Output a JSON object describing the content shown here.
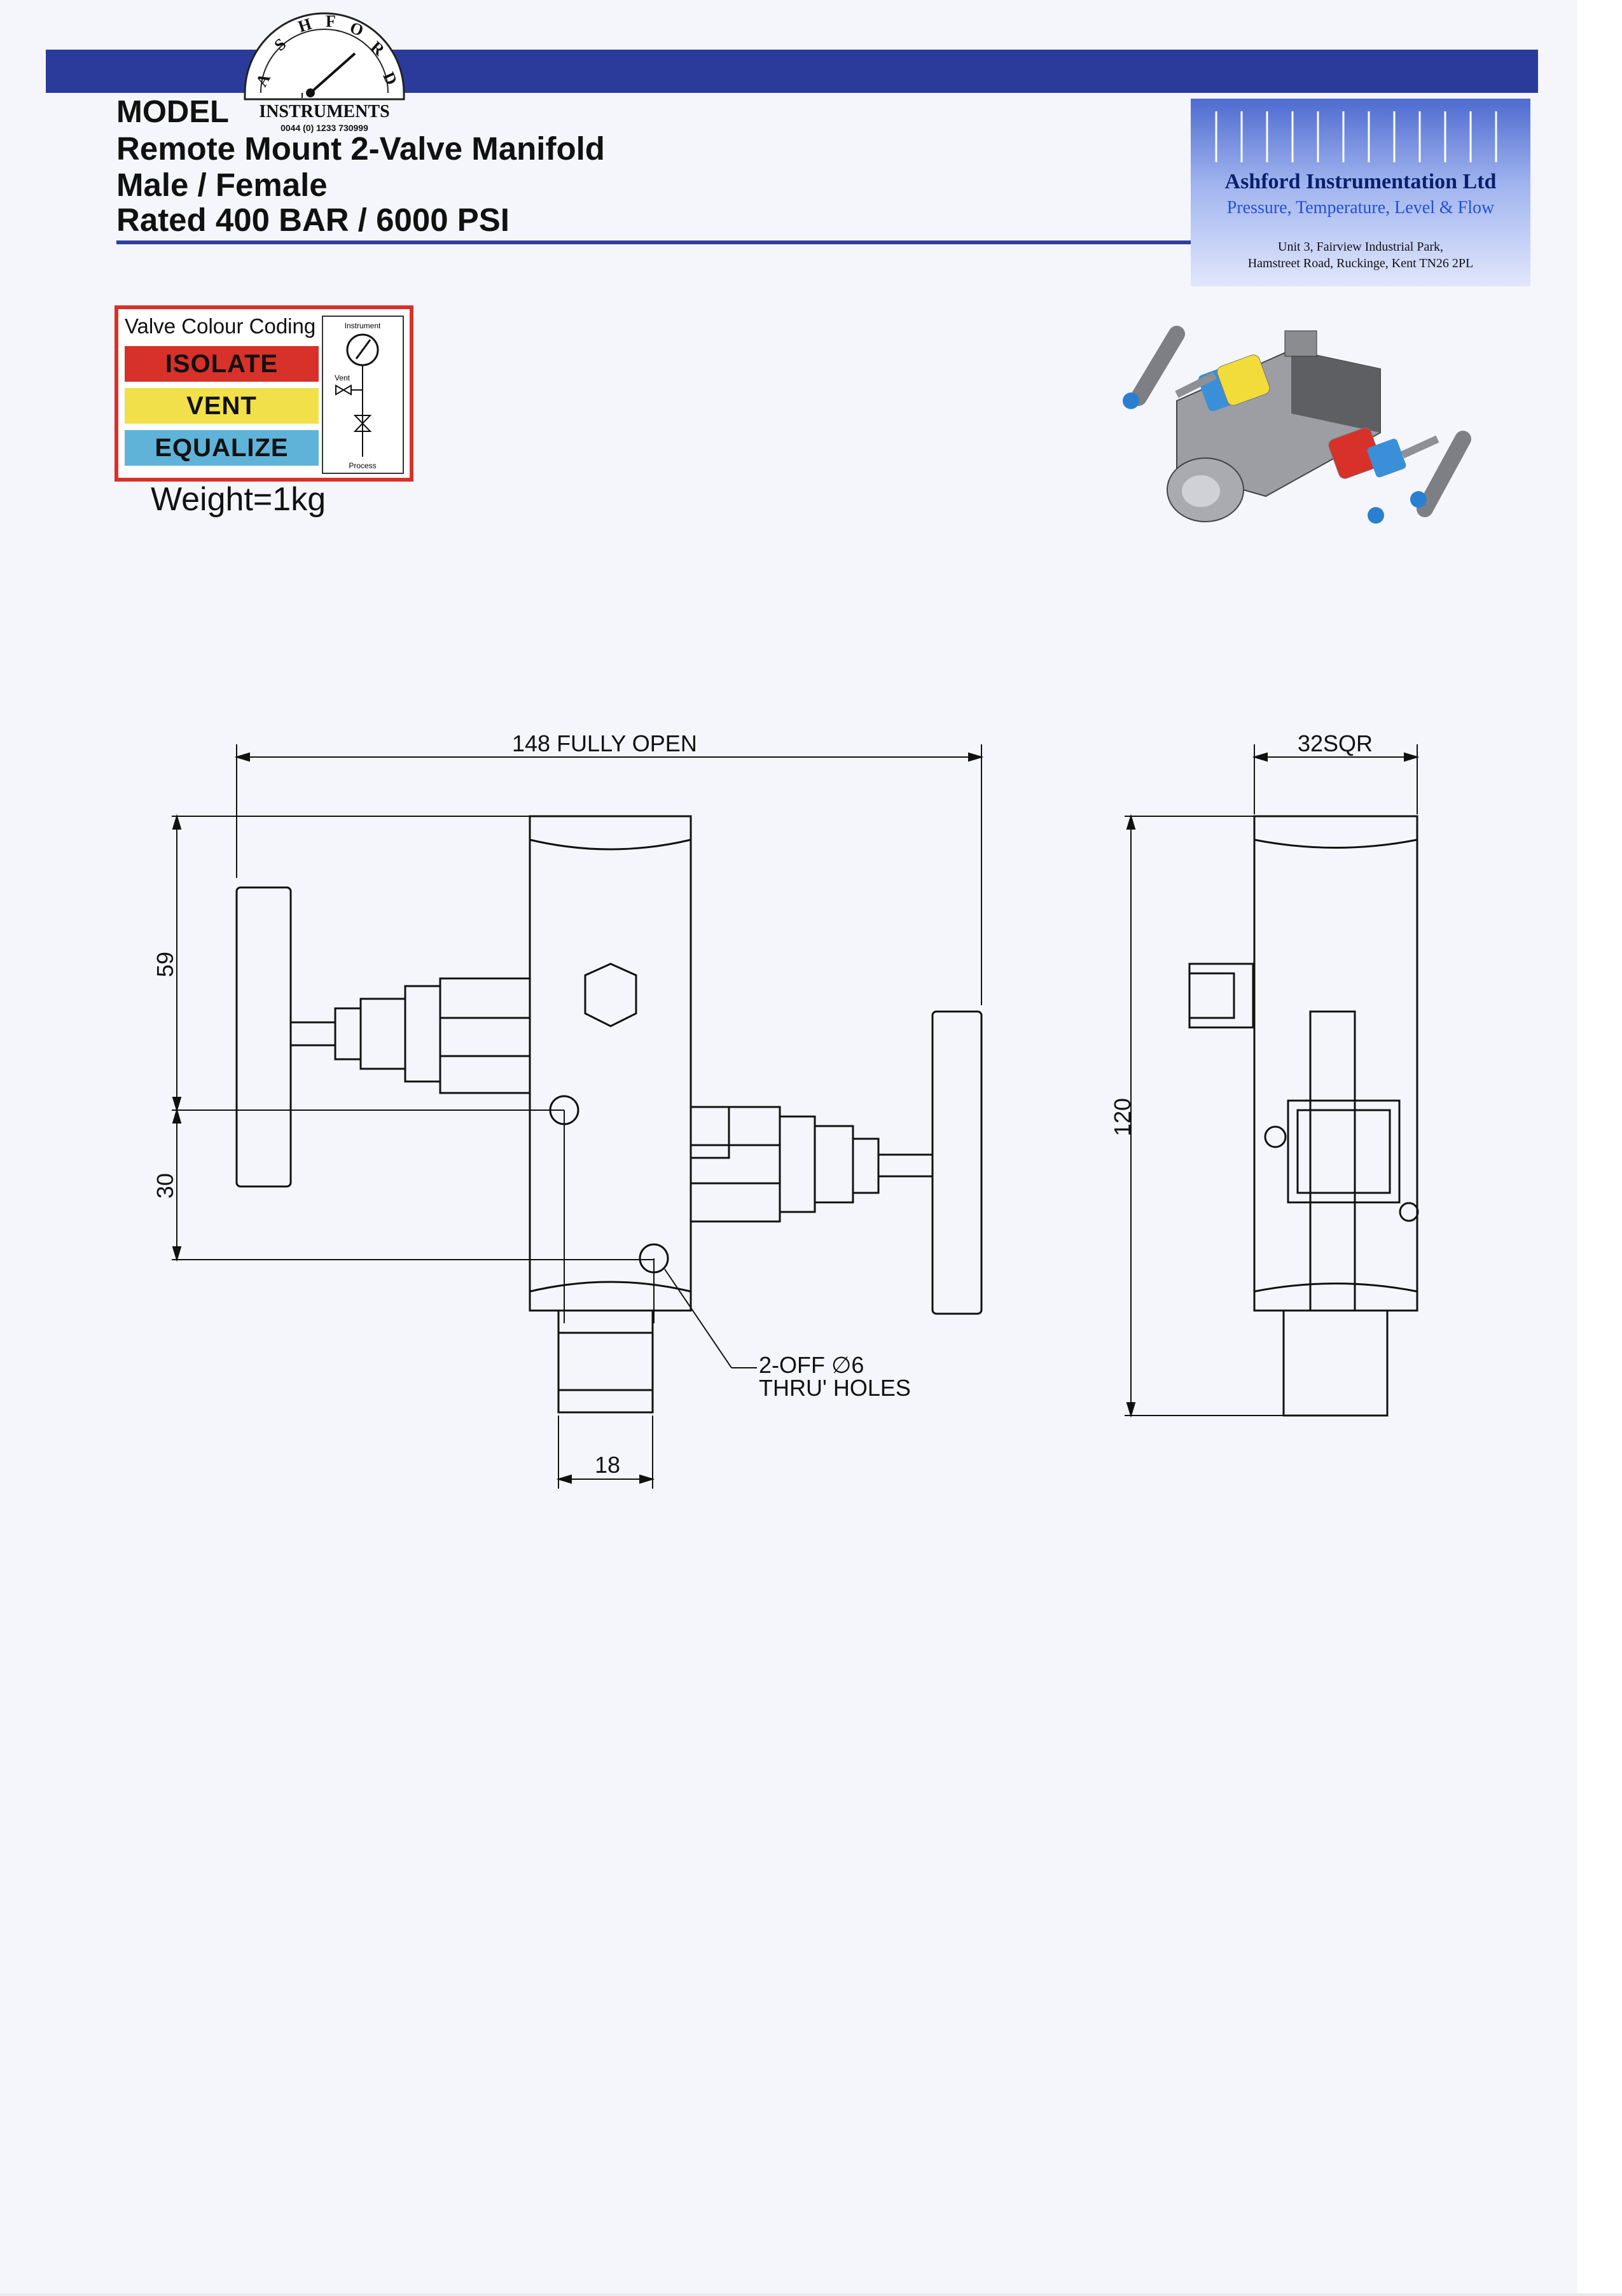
{
  "logo": {
    "letters": [
      "A",
      "S",
      "H",
      "F",
      "O",
      "R",
      "D"
    ],
    "brand": "INSTRUMENTS",
    "phone": "0044 (0) 1233 730999"
  },
  "header": {
    "model_label": "MODEL",
    "title_lines": [
      "Remote Mount 2-Valve Manifold",
      "Male / Female",
      "Rated 400 BAR / 6000 PSI"
    ],
    "band_color": "#2b3b9c"
  },
  "company": {
    "name": "Ashford Instrumentation Ltd",
    "tagline": "Pressure, Temperature, Level & Flow",
    "address_line1": "Unit 3, Fairview Industrial Park,",
    "address_line2": "Hamstreet Road, Ruckinge, Kent TN26 2PL"
  },
  "legend": {
    "heading": "Valve Colour Coding",
    "items": [
      {
        "label": "ISOLATE",
        "color": "#d8312a"
      },
      {
        "label": "VENT",
        "color": "#f1e04a"
      },
      {
        "label": "EQUALIZE",
        "color": "#5fb3d9"
      }
    ],
    "diagram_top": "Instrument",
    "diagram_vent": "Vent",
    "diagram_bottom": "Process"
  },
  "weight": "Weight=1kg",
  "drawing": {
    "overall_width": "148 FULLY OPEN",
    "side_width": "32SQR",
    "height_upper": "59",
    "height_lower": "30",
    "overall_height": "120",
    "port_width": "18",
    "hole_note_line1": "2-OFF ∅6",
    "hole_note_line2": "THRU' HOLES"
  }
}
